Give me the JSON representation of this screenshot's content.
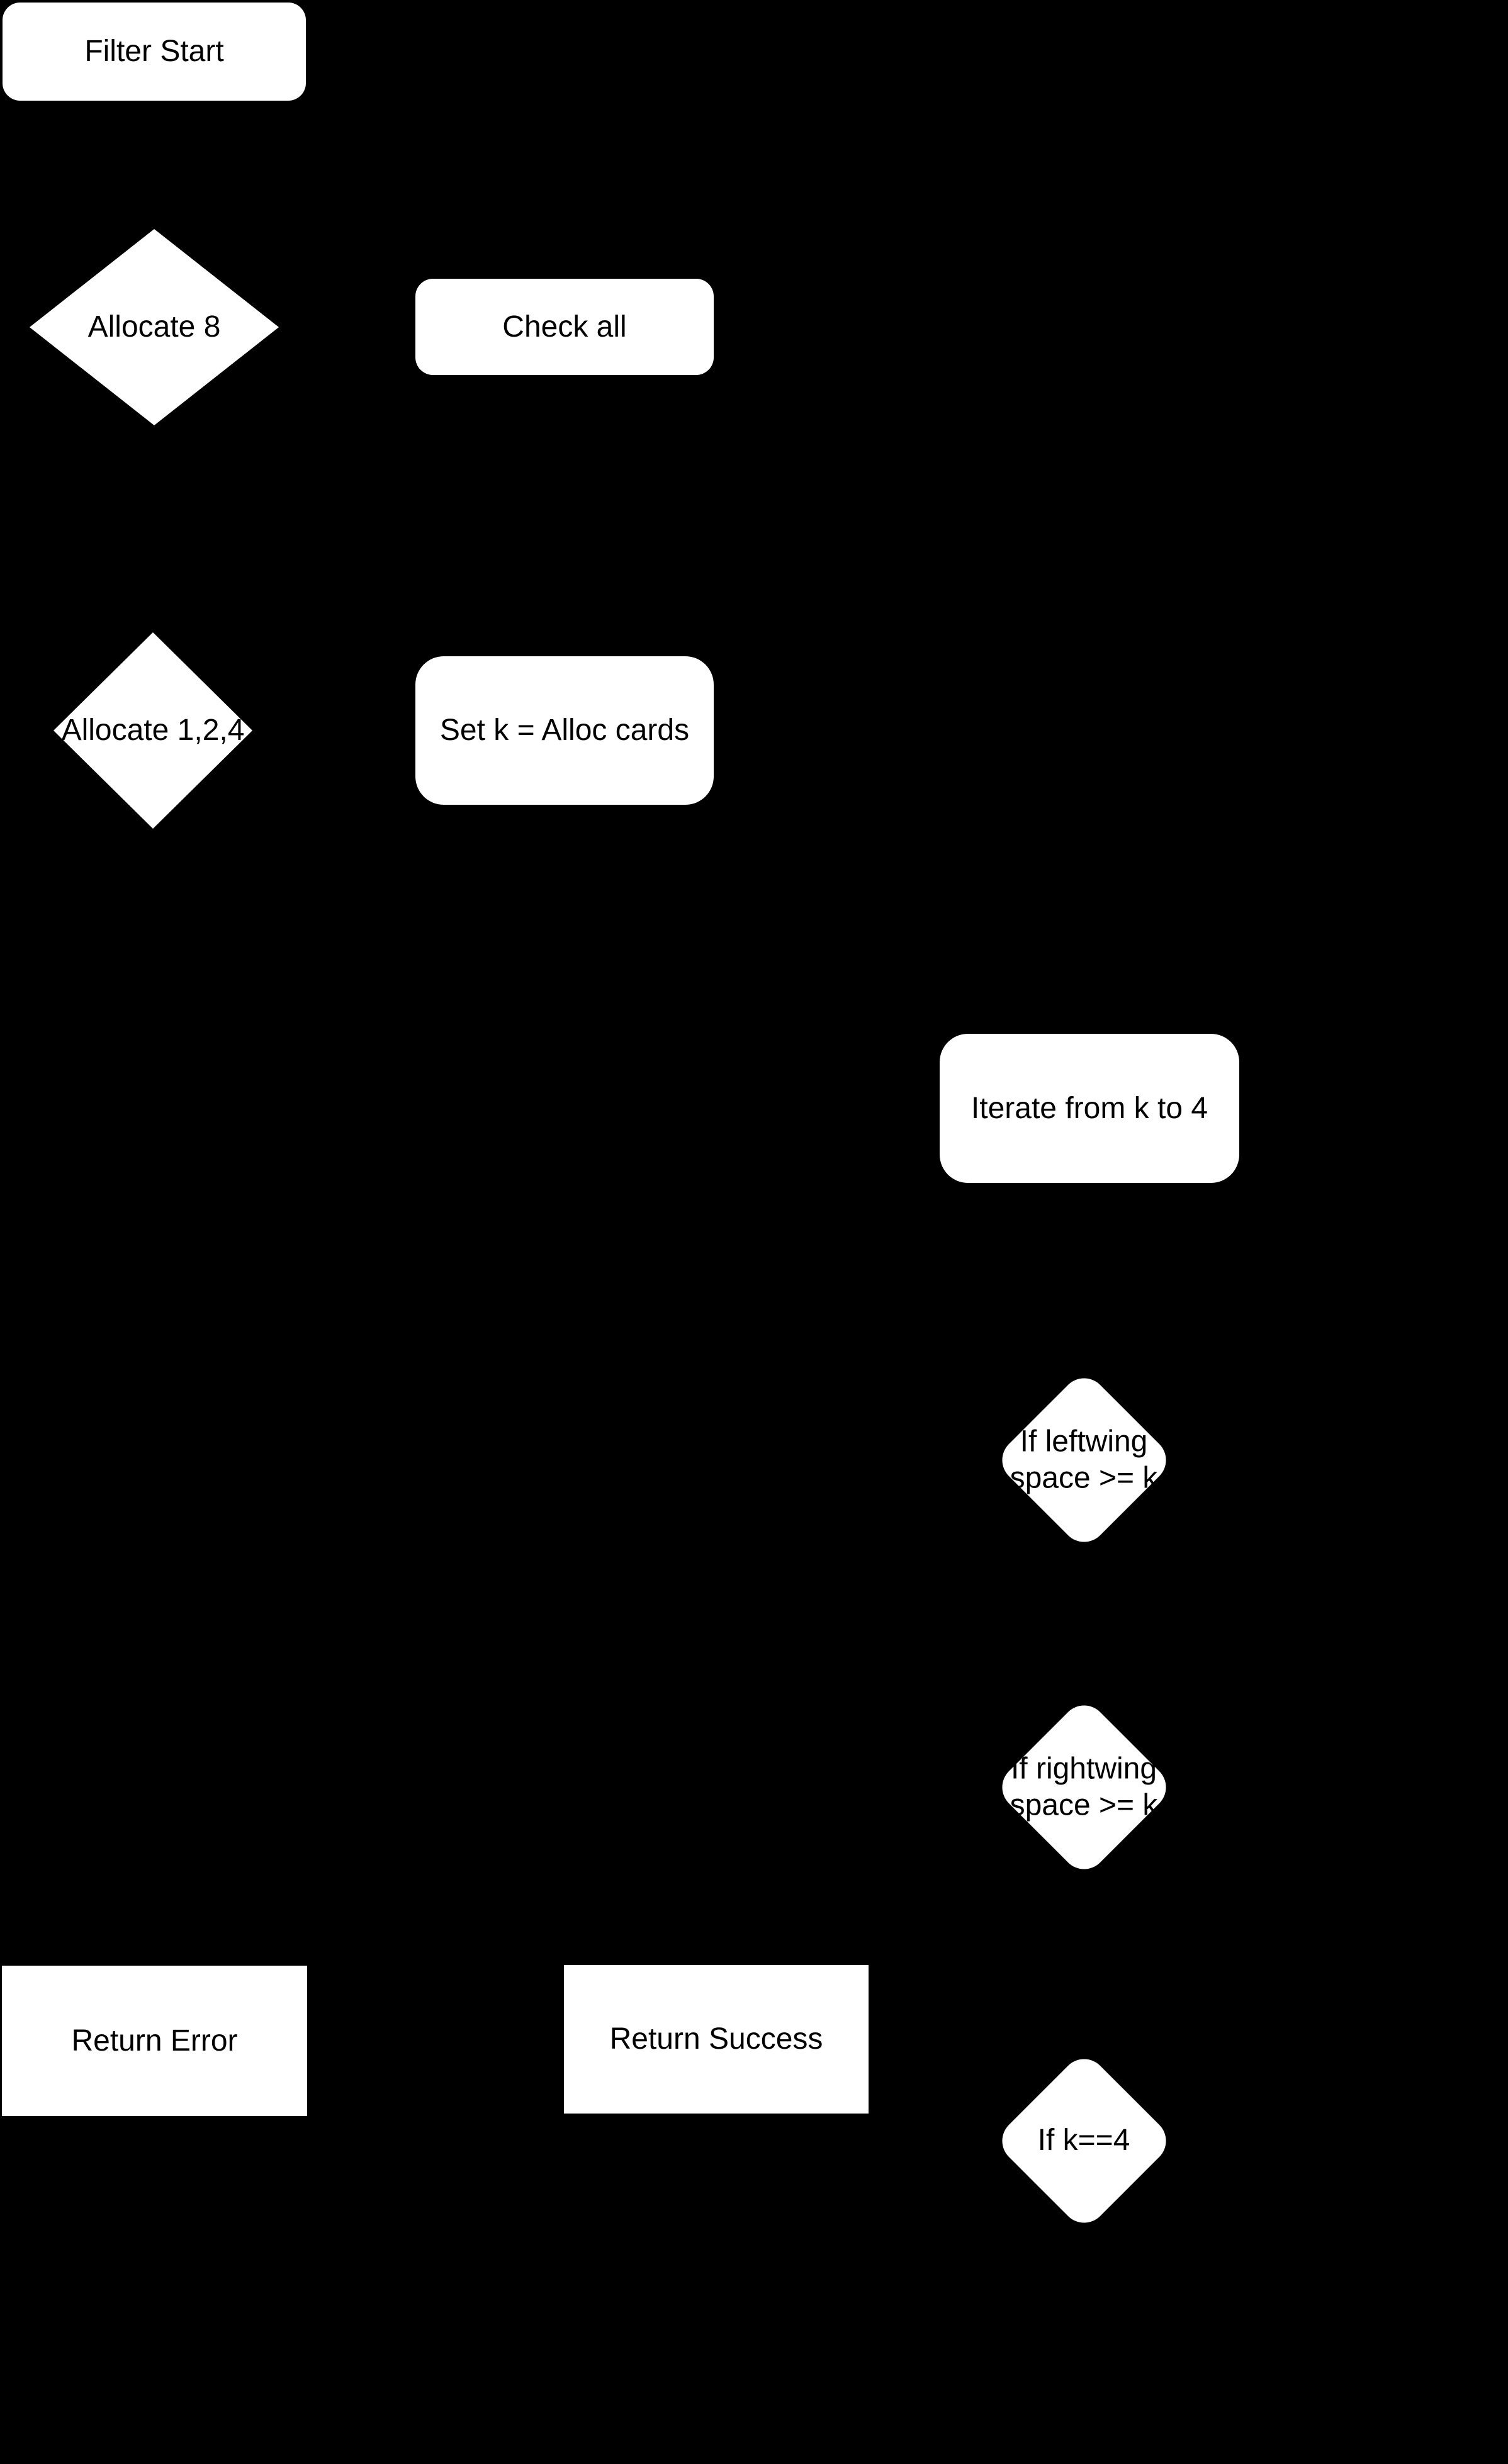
{
  "canvas": {
    "background_color": "#000000",
    "node_fill_color": "#ffffff",
    "node_text_color": "#000000"
  },
  "nodes": {
    "filter_start": {
      "label": "Filter Start"
    },
    "allocate_8": {
      "label": "Allocate 8"
    },
    "check_all": {
      "label": "Check all"
    },
    "allocate_124": {
      "label": "Allocate 1,2,4"
    },
    "set_k": {
      "label": "Set k = Alloc cards"
    },
    "iterate": {
      "label": "Iterate from k to 4"
    },
    "if_leftwing": {
      "label": "If leftwing\nspace >= k"
    },
    "if_rightwing": {
      "label": "If rightwing\nspace >= k"
    },
    "return_error": {
      "label": "Return Error"
    },
    "return_success": {
      "label": "Return Success"
    },
    "if_k_eq_4": {
      "label": "If k==4"
    }
  }
}
